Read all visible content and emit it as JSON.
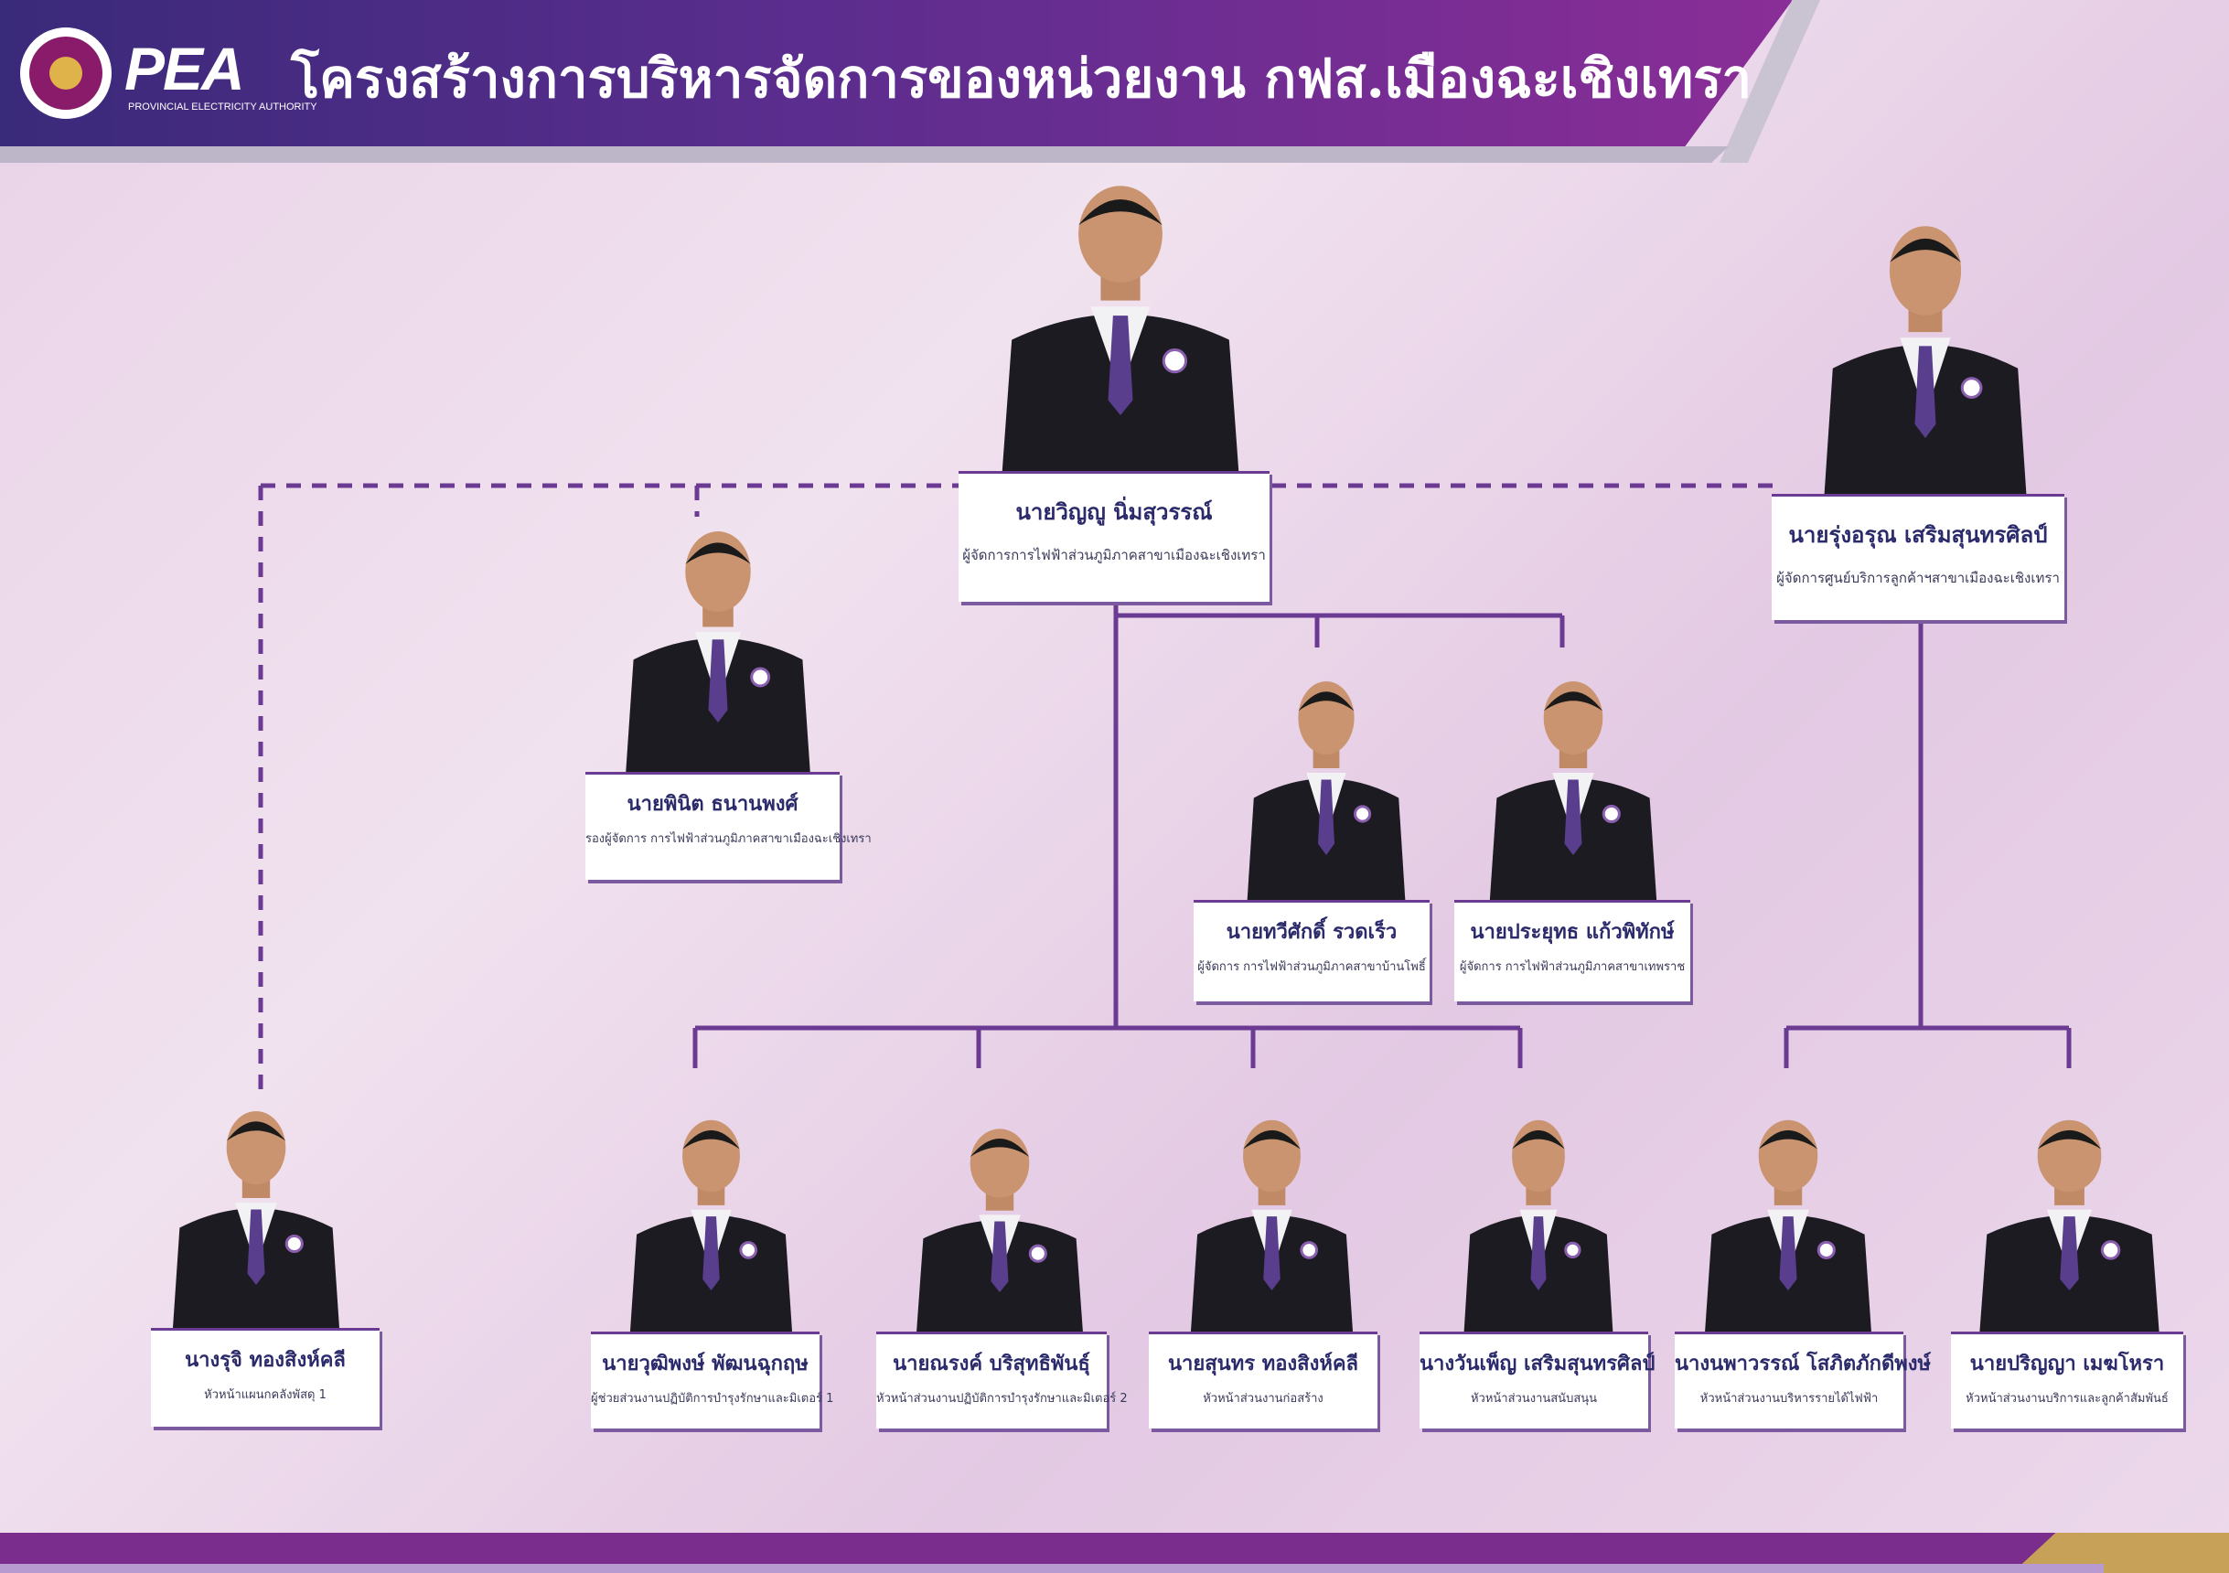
{
  "header": {
    "logo_text": "PEA",
    "logo_subtext": "PROVINCIAL ELECTRICITY AUTHORITY",
    "title": "โครงสร้างการบริหารจัดการของหน่วยงาน กฟส.เมืองฉะเชิงเทรา"
  },
  "people": {
    "manager": {
      "name": "นายวิญญู นิ่มสุวรรณ์",
      "position": "ผู้จัดการการไฟฟ้าส่วนภูมิภาคสาขาเมืองฉะเชิงเทรา"
    },
    "customer_center": {
      "name": "นายรุ่งอรุณ เสริมสุนทรศิลป์",
      "position": "ผู้จัดการศูนย์บริการลูกค้าฯสาขาเมืองฉะเชิงเทรา"
    },
    "deputy": {
      "name": "นายพินิต ธนานพงศ์",
      "position": "รองผู้จัดการ การไฟฟ้าส่วนภูมิภาคสาขาเมืองฉะเชิงเทรา"
    },
    "branch_banpho": {
      "name": "นายทวีศักดิ์ รวดเร็ว",
      "position": "ผู้จัดการ การไฟฟ้าส่วนภูมิภาคสาขาบ้านโพธิ์"
    },
    "branch_thepharat": {
      "name": "นายประยุทธ แก้วพิทักษ์",
      "position": "ผู้จัดการ การไฟฟ้าส่วนภูมิภาคสาขาเทพราช"
    },
    "supply": {
      "name": "นางรุจิ ทองสิงห์คลี",
      "position": "หัวหน้าแผนกคลังพัสดุ 1"
    },
    "asst_ops": {
      "name": "นายวุฒิพงษ์ พัฒนฉุกฤษ",
      "position": "ผู้ช่วยส่วนงานปฏิบัติการบำรุงรักษาและมิเตอร์ 1"
    },
    "ops2": {
      "name": "นายณรงค์ บริสุทธิพันธุ์",
      "position": "หัวหน้าส่วนงานปฏิบัติการบำรุงรักษาและมิเตอร์ 2"
    },
    "construction": {
      "name": "นายสุนทร ทองสิงห์คลี",
      "position": "หัวหน้าส่วนงานก่อสร้าง"
    },
    "support": {
      "name": "นางวันเพ็ญ เสริมสุนทรศิลป์",
      "position": "หัวหน้าส่วนงานสนับสนุน"
    },
    "revenue": {
      "name": "นางนพาวรรณ์ โสภิตภักดีพงษ์",
      "position": "หัวหน้าส่วนงานบริหารรายได้ไฟฟ้า"
    },
    "customer_service": {
      "name": "นายปริญญา เมฆโหรา",
      "position": "หัวหน้าส่วนงานบริการและลูกค้าสัมพันธ์"
    }
  },
  "colors": {
    "header": "#5b2d8e",
    "line": "#6b3a92",
    "name_text": "#2b2a6b",
    "footer_gold": "#c7a157"
  }
}
